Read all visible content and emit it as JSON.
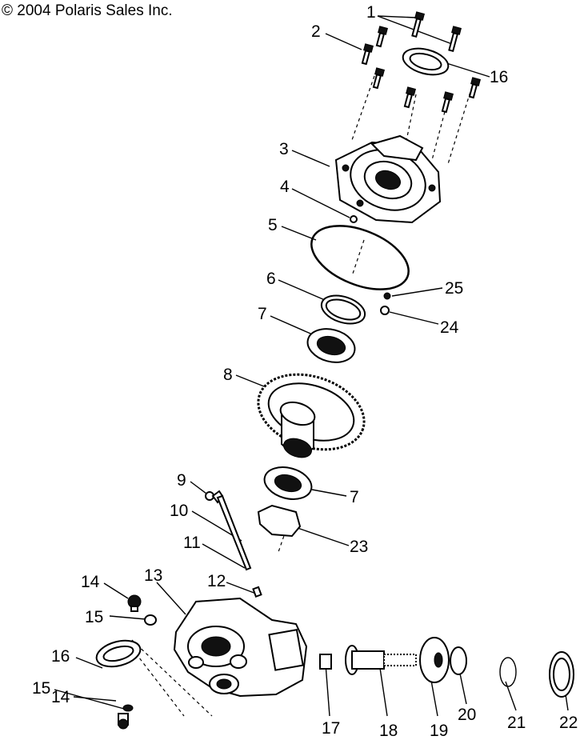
{
  "copyright": "© 2004 Polaris Sales Inc.",
  "callouts": [
    {
      "id": "c1",
      "text": "1"
    },
    {
      "id": "c2",
      "text": "2"
    },
    {
      "id": "c16a",
      "text": "16"
    },
    {
      "id": "c3",
      "text": "3"
    },
    {
      "id": "c4",
      "text": "4"
    },
    {
      "id": "c5",
      "text": "5"
    },
    {
      "id": "c25",
      "text": "25"
    },
    {
      "id": "c6",
      "text": "6"
    },
    {
      "id": "c24",
      "text": "24"
    },
    {
      "id": "c7a",
      "text": "7"
    },
    {
      "id": "c8",
      "text": "8"
    },
    {
      "id": "c7b",
      "text": "7"
    },
    {
      "id": "c9",
      "text": "9"
    },
    {
      "id": "c10",
      "text": "10"
    },
    {
      "id": "c23",
      "text": "23"
    },
    {
      "id": "c11",
      "text": "11"
    },
    {
      "id": "c12",
      "text": "12"
    },
    {
      "id": "c13",
      "text": "13"
    },
    {
      "id": "c14a",
      "text": "14"
    },
    {
      "id": "c15a",
      "text": "15"
    },
    {
      "id": "c16b",
      "text": "16"
    },
    {
      "id": "c15b",
      "text": "15"
    },
    {
      "id": "c14b",
      "text": "14"
    },
    {
      "id": "c17",
      "text": "17"
    },
    {
      "id": "c18",
      "text": "18"
    },
    {
      "id": "c19",
      "text": "19"
    },
    {
      "id": "c20",
      "text": "20"
    },
    {
      "id": "c21",
      "text": "21"
    },
    {
      "id": "c22",
      "text": "22"
    }
  ]
}
